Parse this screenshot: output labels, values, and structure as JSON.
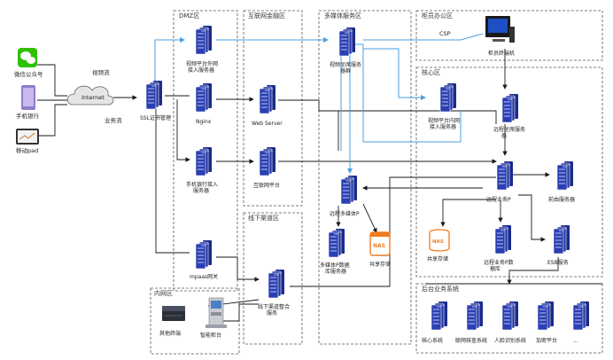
{
  "zones": {
    "dmz": "DMZ区",
    "internet_finance": "互联网金融区",
    "multimedia": "多媒体服务区",
    "agent_office": "柜员办公区",
    "core": "核心区",
    "offline_channel": "线下渠道区",
    "intranet": "内网区",
    "backend": "后台业务系统"
  },
  "clients": {
    "wechat": "微信公众号",
    "mobile_bank": "手机银行",
    "pad": "移动pad"
  },
  "flows": {
    "video": "视频流",
    "business": "业务流",
    "csp": "CSP"
  },
  "nodes": {
    "internet": "Internet",
    "ssl": "SSL证书管理",
    "video_ext": [
      "视频平台外网",
      "接入服务器"
    ],
    "nginx": "Nginx",
    "mobile_access": [
      "手机银行接入",
      "服务器"
    ],
    "mpaas": "mpaas网关",
    "web_server": "Web Server",
    "internet_platform": "互联网平台",
    "video_service": [
      "视频坐席服务",
      "器群"
    ],
    "remote_mm": "远程多媒体P",
    "mm_data": [
      "多媒体P数据",
      "库服务器"
    ],
    "shared_nas": "共享存储",
    "agent_terminal": "柜员终端机",
    "video_int": [
      "视频平台内网",
      "接入服务器"
    ],
    "remote_agent": [
      "远程坐席服务",
      "器"
    ],
    "remote_business": "远程业务P",
    "route_server": "前由服务器",
    "core_nas": "共享存储",
    "remote_db": [
      "远程业务P数",
      "据库"
    ],
    "esb": "ESB服务",
    "offline_service": [
      "线下渠道整合",
      "服务"
    ],
    "other_terminal": "其他终端",
    "smart_counter": "智能柜台",
    "backend_systems": [
      "核心系统",
      "联网核查系统",
      "人脸识别系统",
      "加密平台",
      "..."
    ]
  },
  "nas_badge": "NAS"
}
